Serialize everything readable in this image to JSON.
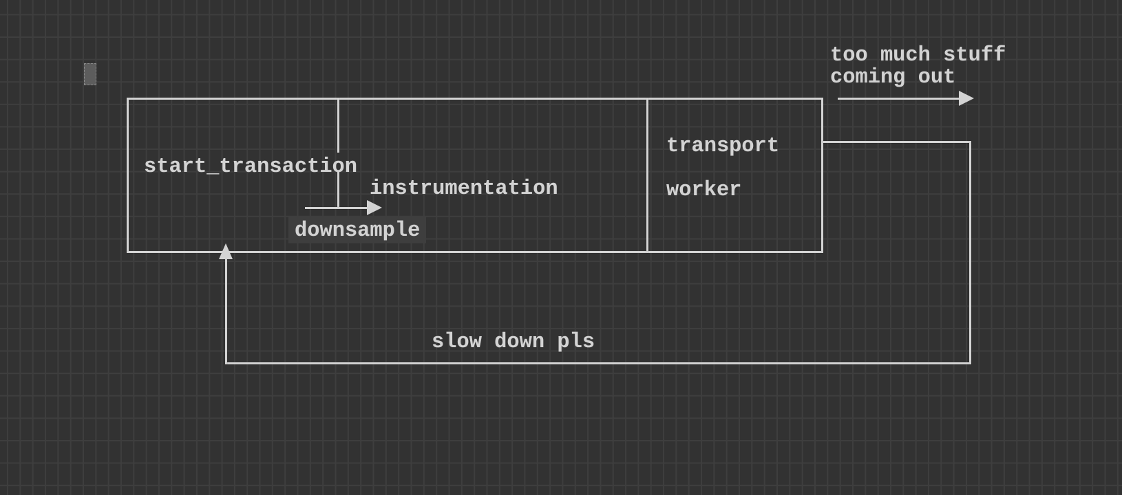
{
  "canvas": {
    "background_color": "#323232",
    "grid_color": "#3e3e3e",
    "stroke_color": "#d3d3d3",
    "cursor_color": "#5d5d5d",
    "highlight_color": "#3e3e3e"
  },
  "labels": {
    "start_transaction": "start_transaction",
    "instrumentation": "instrumentation",
    "downsample": "downsample",
    "transport": "transport",
    "worker": "worker",
    "overflow_note": "too much stuff\ncoming out",
    "backpressure_note": "slow down pls"
  }
}
